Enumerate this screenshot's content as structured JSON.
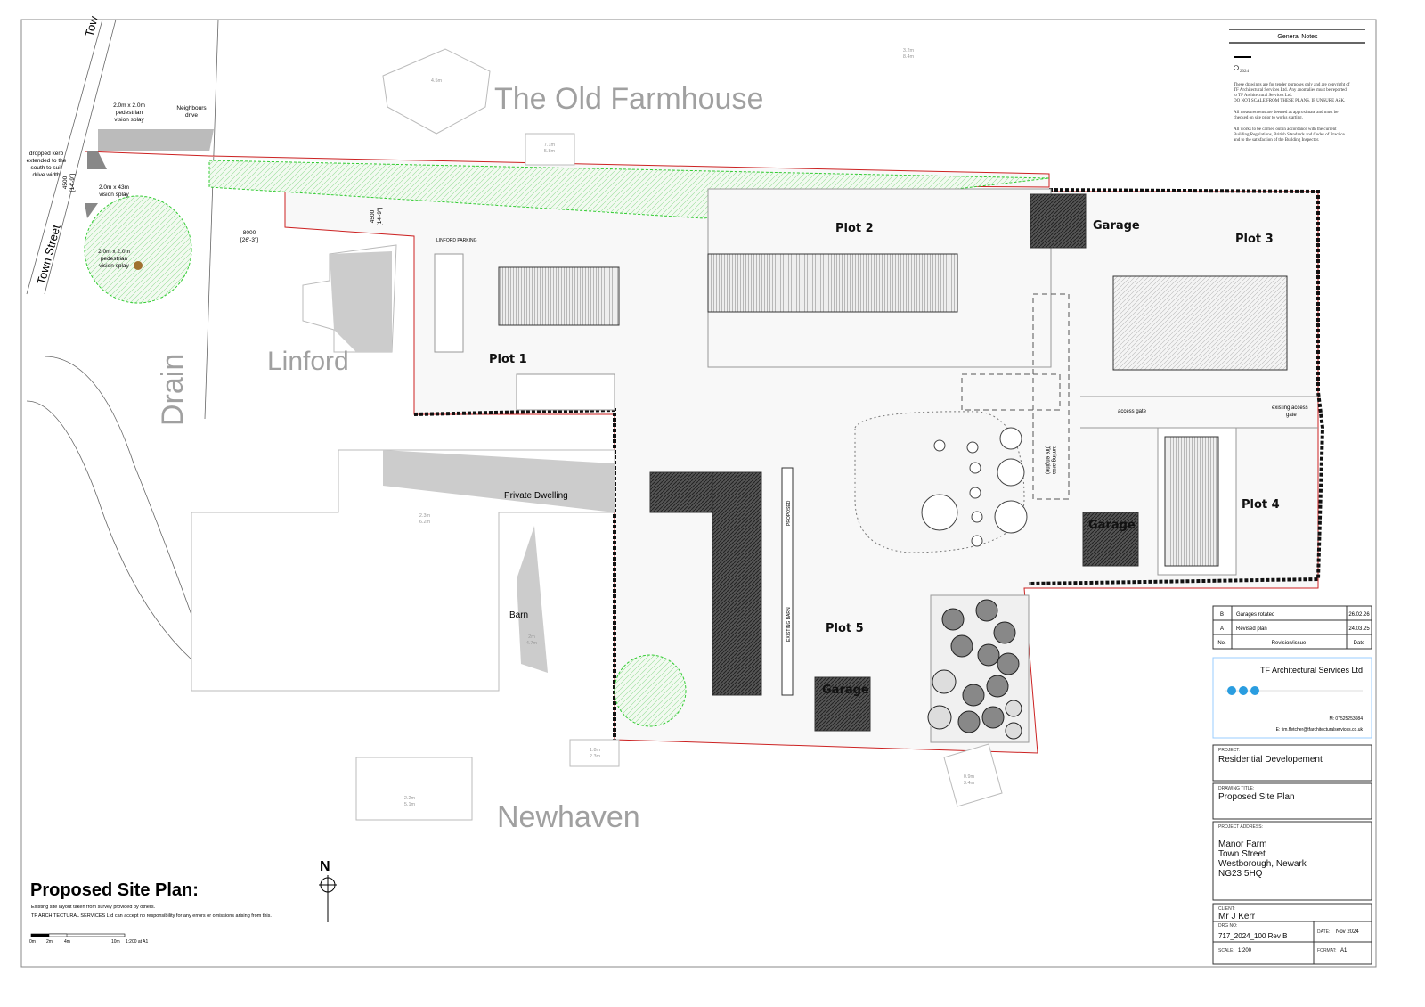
{
  "plan": {
    "title": "Proposed Site Plan:",
    "notes": [
      "Existing site layout taken from survey provided by others.",
      "TF ARCHITECTURAL SERVICES Ltd can accept no responsibility for any errors or omissions arising from this."
    ],
    "scale_bar": {
      "ticks": [
        "0m",
        "2m",
        "4m",
        "10m"
      ],
      "label": "1:200 at A1"
    },
    "north": "N"
  },
  "labels": {
    "old_farmhouse": "The Old Farmhouse",
    "linford": "Linford",
    "drain": "Drain",
    "newhaven": "Newhaven",
    "town_street": "Town Street",
    "town_street_top": "Tow",
    "private_dwelling": "Private Dwelling",
    "barn": "Barn",
    "linford_parking": "LINFORD PARKING",
    "access_gate": "access gate",
    "existing_access_gate": [
      "existing access",
      "gate"
    ],
    "turning_area": [
      "turning area",
      "(fire engine)"
    ],
    "existing_barn": "EXISTING BARN",
    "proposed": "PROPOSED",
    "neighbours_drive": [
      "Neighbours",
      "drive"
    ],
    "splay_top": [
      "2.0m x 2.0m",
      "pedestrian",
      "vision splay"
    ],
    "splay_bottom": [
      "2.0m x 2.0m",
      "pedestrian",
      "vision splay"
    ],
    "vision_splay": [
      "2.0m x 43m",
      "vision splay"
    ],
    "dropped_kerb": [
      "dropped kerb",
      "extended to the",
      "south to suit",
      "drive width"
    ],
    "dim_4500": [
      "4500",
      "[14'-9\"]"
    ],
    "dim_8000": [
      "8000",
      "[26'-3\"]"
    ],
    "heights": [
      "4.5m",
      "7.1m",
      "5.8m",
      "3.2m",
      "8.4m",
      "2.3m",
      "6.2m",
      "2m",
      "4.7m",
      "1.8m",
      "2.3m",
      "2.2m",
      "5.1m",
      "0.9m",
      "3.4m"
    ]
  },
  "plots": [
    "Plot 1",
    "Plot 2",
    "Plot 3",
    "Plot 4",
    "Plot 5"
  ],
  "garage_label": "Garage",
  "general_notes": {
    "title": "General Notes",
    "copyright": "2024",
    "paragraphs": [
      [
        "These drawings are for tender purposes only and are copyright of",
        "TF Architectural Services Ltd. Any anomalies must be reported",
        "to TF Architectural Services Ltd.",
        "DO NOT SCALE FROM THESE PLANS, IF UNSURE ASK."
      ],
      [
        "All measurements are deemed as approximate and must be",
        "checked on site prior to works starting."
      ],
      [
        "All works to be carried out in accordance with the current",
        "Building Regulations, British Standards and Codes of Practice",
        "and to the satisfaction of the Building Inspector."
      ]
    ]
  },
  "revisions": {
    "headers": {
      "no": "No.",
      "desc": "Revision/issue",
      "date": "Date"
    },
    "rows": [
      {
        "no": "B",
        "desc": "Garages rotated",
        "date": "26.02.26"
      },
      {
        "no": "A",
        "desc": "Revised plan",
        "date": "24.03.25"
      }
    ]
  },
  "company": {
    "name": "TF Architectural Services Ltd",
    "mobile": "M: 07525253084",
    "email": "E: tim.fletcher@tfarchitecturalservices.co.uk",
    "logo_color": "#2a9de0"
  },
  "title_block": {
    "project_label": "PROJECT:",
    "project": "Residential Developement",
    "drawing_title_label": "DRAWING TITLE:",
    "drawing_title": "Proposed Site Plan",
    "address_label": "PROJECT ADDRESS:",
    "address": [
      "Manor Farm",
      "Town Street",
      "Westborough, Newark",
      "NG23 5HQ"
    ],
    "client_label": "CLIENT:",
    "client": "Mr J Kerr",
    "drg_no_label": "DRG NO:",
    "drg_no": "717_2024_100 Rev B",
    "date_label": "DATE:",
    "date": "Nov 2024",
    "scale_label": "SCALE:",
    "scale": "1:200",
    "format_label": "FORMAT:",
    "format": "A1"
  },
  "colors": {
    "boundary": "#cc2222",
    "hedge": "#111111",
    "planting": "#33bb33",
    "shade": "#cccccc"
  }
}
